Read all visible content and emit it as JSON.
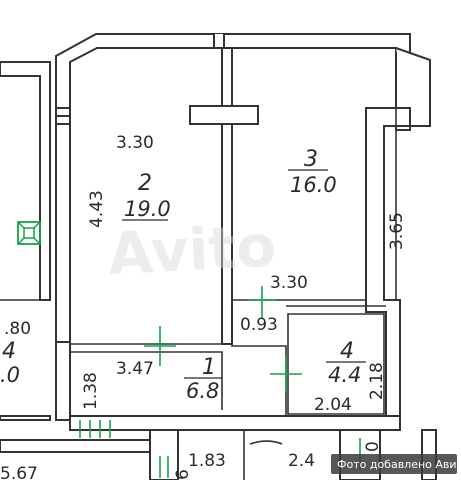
{
  "watermark": "Avito",
  "photo_credit": "Фото добавлено Авито",
  "rooms": [
    {
      "number": "2",
      "area": "19.0"
    },
    {
      "number": "3",
      "area": "16.0"
    },
    {
      "number": "1",
      "area": "6.8"
    },
    {
      "number": "4",
      "area": "4.4"
    }
  ],
  "partial_labels": {
    "left_dim": ".80",
    "left_room_number": "4",
    "left_room_area": ".0",
    "bottom_left_dim": "5.67",
    "bottom_mid_dim": "1.83",
    "bottom_right_dim": "2.4",
    "bottom_right_small": "0",
    "bottom_mid_small": "6"
  },
  "dimensions": {
    "room2_width": "3.30",
    "room2_depth": "4.43",
    "room3_depth": "3.65",
    "room3_width": "3.30",
    "closet_width": "0.93",
    "hall_width": "3.47",
    "hall_depth": "1.38",
    "bath_width": "2.04",
    "bath_depth": "2.18"
  },
  "icons": [
    "ventilation-icon"
  ]
}
